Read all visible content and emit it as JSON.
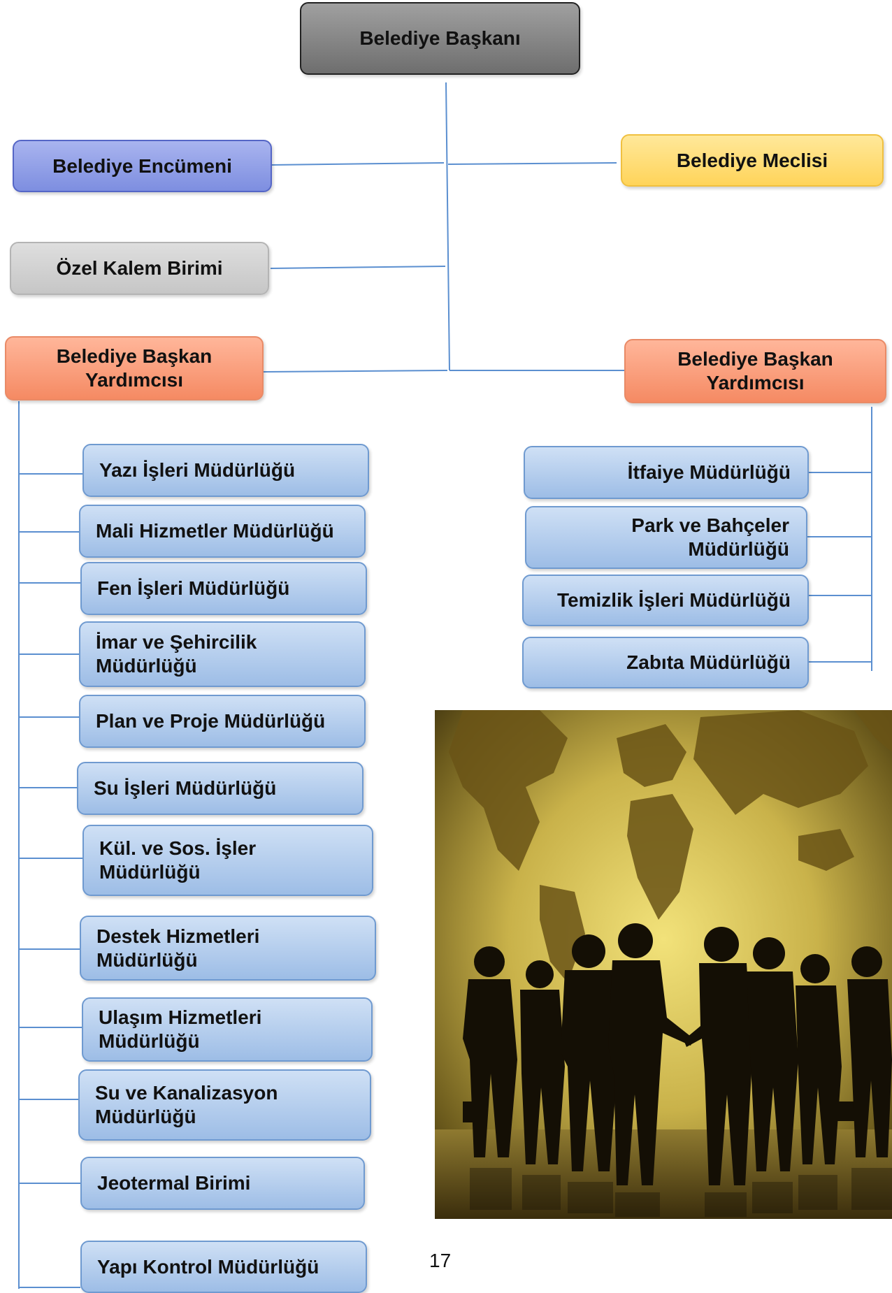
{
  "root": "Belediye Başkanı",
  "council_left": "Belediye Encümeni",
  "council_right": "Belediye Meclisi",
  "private_office": "Özel Kalem Birimi",
  "deputy_left": "Belediye  Başkan Yardımcısı",
  "deputy_right": "Belediye  Başkan Yardımcısı",
  "left_units": [
    "Yazı İşleri Müdürlüğü",
    "Mali Hizmetler Müdürlüğü",
    "Fen İşleri Müdürlüğü",
    "İmar ve Şehircilik Müdürlüğü",
    "Plan ve Proje Müdürlüğü",
    "Su İşleri Müdürlüğü",
    "Kül. ve Sos. İşler Müdürlüğü",
    "Destek Hizmetleri Müdürlüğü",
    "Ulaşım Hizmetleri Müdürlüğü",
    "Su ve Kanalizasyon Müdürlüğü",
    "Jeotermal Birimi",
    "Yapı Kontrol Müdürlüğü"
  ],
  "right_units": [
    "İtfaiye Müdürlüğü",
    "Park ve Bahçeler Müdürlüğü",
    "Temizlik İşleri Müdürlüğü",
    "Zabıta Müdürlüğü"
  ],
  "page_number": "17",
  "colors": {
    "connector": "#5b8fd0"
  }
}
